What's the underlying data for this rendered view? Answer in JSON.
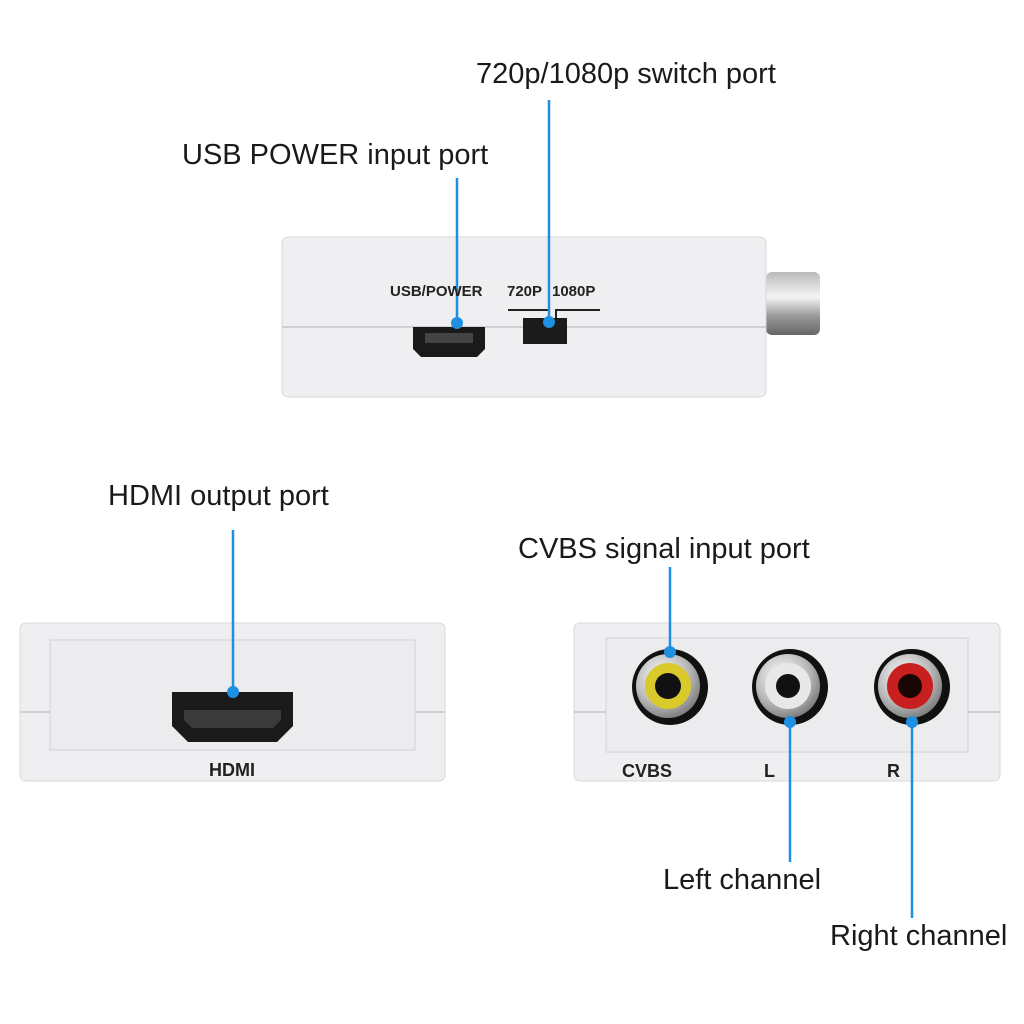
{
  "callouts": {
    "switch_port": "720p/1080p switch port",
    "usb_power": "USB POWER input port",
    "hdmi_output": "HDMI  output port",
    "cvbs_input": "CVBS signal input port",
    "left_channel": "Left channel",
    "right_channel": "Right channel"
  },
  "device_labels": {
    "usb_power": "USB/POWER",
    "p720": "720P",
    "p1080": "1080P",
    "hdmi": "HDMI",
    "cvbs": "CVBS",
    "left": "L",
    "right": "R"
  },
  "colors": {
    "callout_line": "#1e8fe1",
    "housing": "#eeeef0",
    "cvbs_jack": "#d9c92a",
    "left_jack": "#e8e8e8",
    "right_jack": "#c8201e"
  }
}
